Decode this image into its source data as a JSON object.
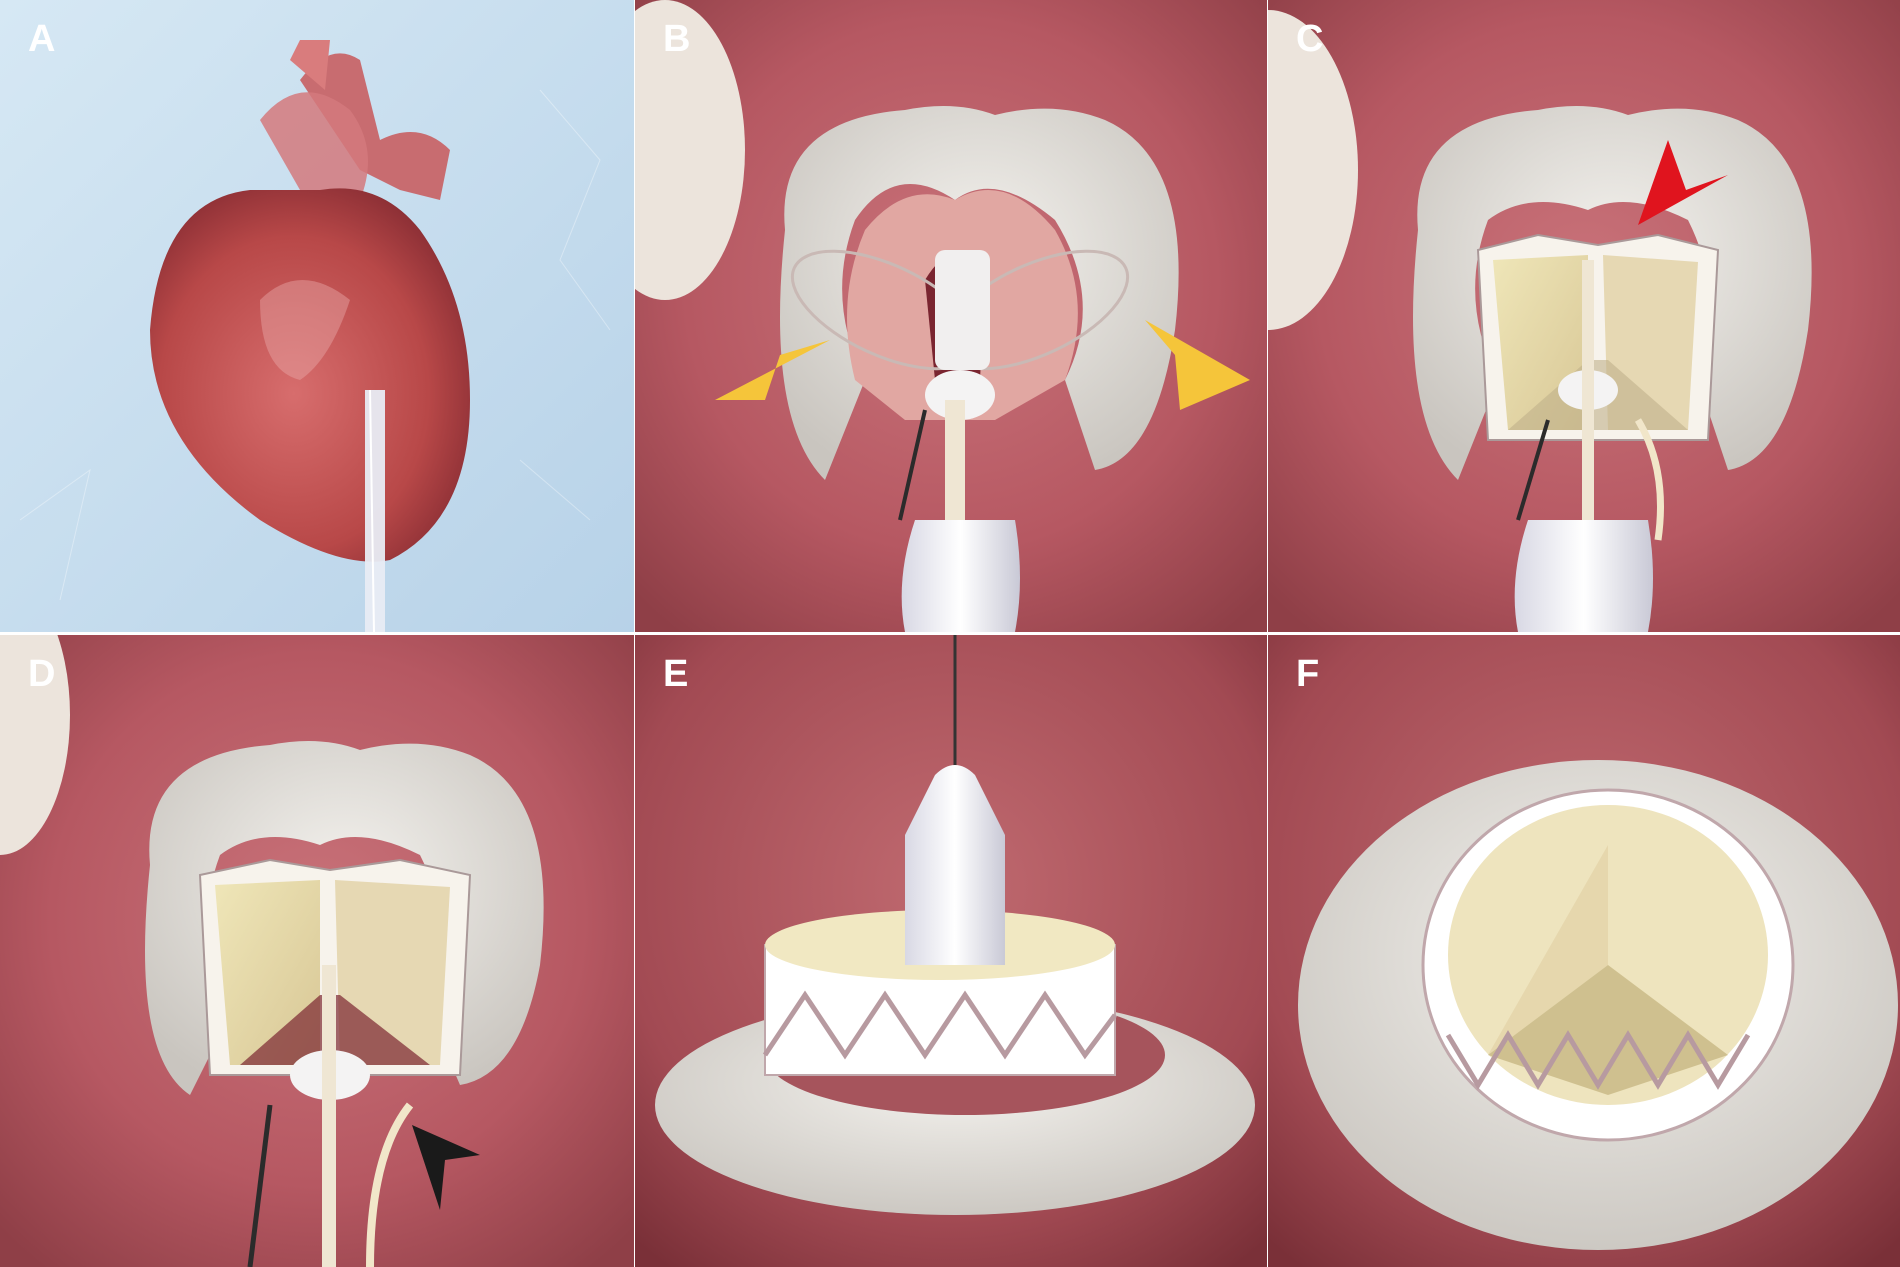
{
  "panels": [
    {
      "id": "A",
      "label": "A"
    },
    {
      "id": "B",
      "label": "B"
    },
    {
      "id": "C",
      "label": "C"
    },
    {
      "id": "D",
      "label": "D"
    },
    {
      "id": "E",
      "label": "E"
    },
    {
      "id": "F",
      "label": "F"
    }
  ],
  "colors": {
    "background_tissue": "#b85a62",
    "panel_a_background": "#c9dff0",
    "yellow_arrowhead": "#f5c53a",
    "red_arrowhead": "#e0141e",
    "black_arrowhead": "#1a1a1a",
    "valve_leaflet": "#e8dfb0",
    "sewing_ring": "#e6e3df"
  },
  "markers": [
    {
      "panel": "B",
      "icon": "yellow-arrowhead-icon",
      "count": 2
    },
    {
      "panel": "C",
      "icon": "red-arrowhead-icon",
      "count": 1
    },
    {
      "panel": "D",
      "icon": "black-arrowhead-icon",
      "count": 1
    }
  ]
}
